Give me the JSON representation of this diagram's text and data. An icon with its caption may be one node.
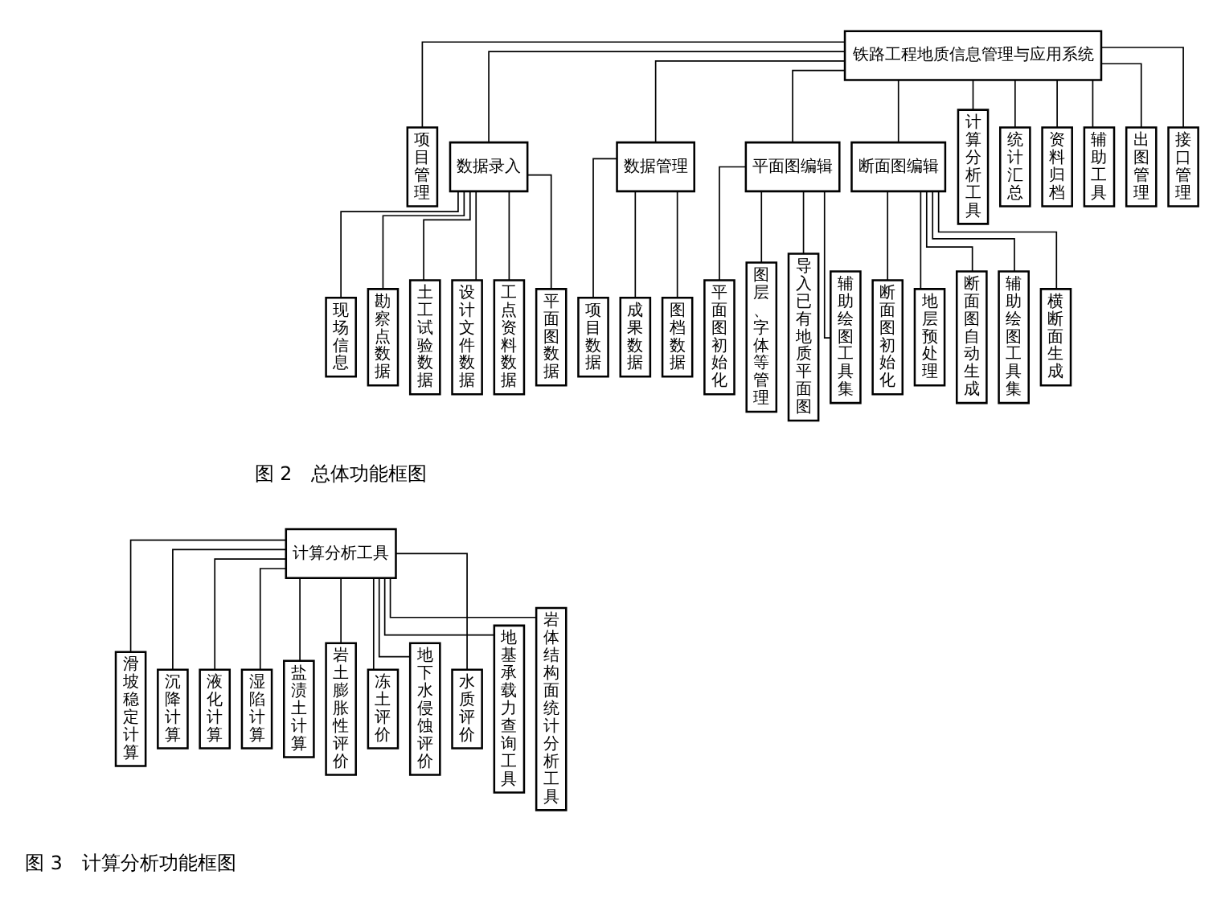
{
  "diagram": {
    "nodes": [
      {
        "text": [
          "铁路工程地质信息管理与应用系统"
        ]
      },
      {
        "text": [
          "项目管理"
        ]
      },
      {
        "text": [
          "数据录入"
        ]
      },
      {
        "text": [
          "现场信息"
        ]
      },
      {
        "text": [
          "勘察点数据"
        ]
      },
      {
        "text": [
          "土工试验数据"
        ]
      },
      {
        "text": [
          "设计文件数据"
        ]
      },
      {
        "text": [
          "工点资料数据"
        ]
      },
      {
        "text": [
          "平面图数据"
        ]
      },
      {
        "text": [
          "数据管理"
        ]
      },
      {
        "text": [
          "项目数据"
        ]
      },
      {
        "text": [
          "成果数据"
        ]
      },
      {
        "text": [
          "图档数据"
        ]
      },
      {
        "text": [
          "平面图编辑"
        ]
      },
      {
        "text": [
          "平面图初始化"
        ]
      },
      {
        "text": [
          "图层、字体等管理"
        ]
      },
      {
        "text": [
          "导入已有地质平面图"
        ]
      },
      {
        "text": [
          "辅助绘图工具集"
        ]
      },
      {
        "text": [
          "断面图编辑"
        ]
      },
      {
        "text": [
          "断面图初始化"
        ]
      },
      {
        "text": [
          "地层预处理"
        ]
      },
      {
        "text": [
          "断面图自动生成"
        ]
      },
      {
        "text": [
          "辅助绘图工具集"
        ]
      },
      {
        "text": [
          "横断面生成"
        ]
      },
      {
        "text": [
          "计算分析工具"
        ]
      },
      {
        "text": [
          "统计汇总"
        ]
      },
      {
        "text": [
          "资料归档"
        ]
      },
      {
        "text": [
          "辅助工具"
        ]
      },
      {
        "text": [
          "出图管理"
        ]
      },
      {
        "text": [
          "接口管理"
        ]
      },
      {
        "text": [
          "计算分析工具"
        ]
      },
      {
        "text": [
          "滑坡稳定计算"
        ]
      },
      {
        "text": [
          "沉降计算"
        ]
      },
      {
        "text": [
          "液化计算"
        ]
      },
      {
        "text": [
          "湿陷计算"
        ]
      },
      {
        "text": [
          "盐渍土计算"
        ]
      },
      {
        "text": [
          "岩土膨胀性评价"
        ]
      },
      {
        "text": [
          "冻土评价"
        ]
      },
      {
        "text": [
          "地下水侵蚀评价"
        ]
      },
      {
        "text": [
          "水质评价"
        ]
      },
      {
        "text": [
          "地基承载力查询工具"
        ]
      },
      {
        "text": [
          "岩体结构面统计分析工具"
        ]
      }
    ],
    "edges": [
      {
        "from": 0,
        "to": 1,
        "arrow": "none"
      },
      {
        "from": 0,
        "to": 2,
        "arrow": "none"
      },
      {
        "from": 2,
        "to": 3,
        "arrow": "none"
      },
      {
        "from": 2,
        "to": 4,
        "arrow": "none"
      },
      {
        "from": 2,
        "to": 5,
        "arrow": "none"
      },
      {
        "from": 2,
        "to": 6,
        "arrow": "none"
      },
      {
        "from": 2,
        "to": 7,
        "arrow": "none"
      },
      {
        "from": 2,
        "to": 8,
        "arrow": "none"
      },
      {
        "from": 0,
        "to": 9,
        "arrow": "none"
      },
      {
        "from": 9,
        "to": 10,
        "arrow": "none"
      },
      {
        "from": 9,
        "to": 11,
        "arrow": "none"
      },
      {
        "from": 9,
        "to": 12,
        "arrow": "none"
      },
      {
        "from": 0,
        "to": 13,
        "arrow": "none"
      },
      {
        "from": 13,
        "to": 14,
        "arrow": "none"
      },
      {
        "from": 13,
        "to": 15,
        "arrow": "none"
      },
      {
        "from": 13,
        "to": 16,
        "arrow": "none"
      },
      {
        "from": 13,
        "to": 17,
        "arrow": "none"
      },
      {
        "from": 0,
        "to": 18,
        "arrow": "none"
      },
      {
        "from": 18,
        "to": 19,
        "arrow": "none"
      },
      {
        "from": 18,
        "to": 20,
        "arrow": "none"
      },
      {
        "from": 18,
        "to": 21,
        "arrow": "none"
      },
      {
        "from": 18,
        "to": 22,
        "arrow": "none"
      },
      {
        "from": 18,
        "to": 23,
        "arrow": "none"
      },
      {
        "from": 0,
        "to": 24,
        "arrow": "none"
      },
      {
        "from": 0,
        "to": 25,
        "arrow": "none"
      },
      {
        "from": 0,
        "to": 26,
        "arrow": "none"
      },
      {
        "from": 0,
        "to": 27,
        "arrow": "none"
      },
      {
        "from": 0,
        "to": 28,
        "arrow": "none"
      },
      {
        "from": 0,
        "to": 29,
        "arrow": "none"
      },
      {
        "from": 30,
        "to": 31,
        "arrow": "none"
      },
      {
        "from": 30,
        "to": 32,
        "arrow": "none"
      },
      {
        "from": 30,
        "to": 33,
        "arrow": "none"
      },
      {
        "from": 30,
        "to": 34,
        "arrow": "none"
      },
      {
        "from": 30,
        "to": 35,
        "arrow": "none"
      },
      {
        "from": 30,
        "to": 36,
        "arrow": "none"
      },
      {
        "from": 30,
        "to": 37,
        "arrow": "none"
      },
      {
        "from": 30,
        "to": 38,
        "arrow": "none"
      },
      {
        "from": 30,
        "to": 39,
        "arrow": "none"
      },
      {
        "from": 30,
        "to": 40,
        "arrow": "none"
      },
      {
        "from": 30,
        "to": 41,
        "arrow": "none"
      }
    ],
    "labels": [
      "图 2　总体功能框图",
      "图 3　计算分析功能框图"
    ]
  }
}
